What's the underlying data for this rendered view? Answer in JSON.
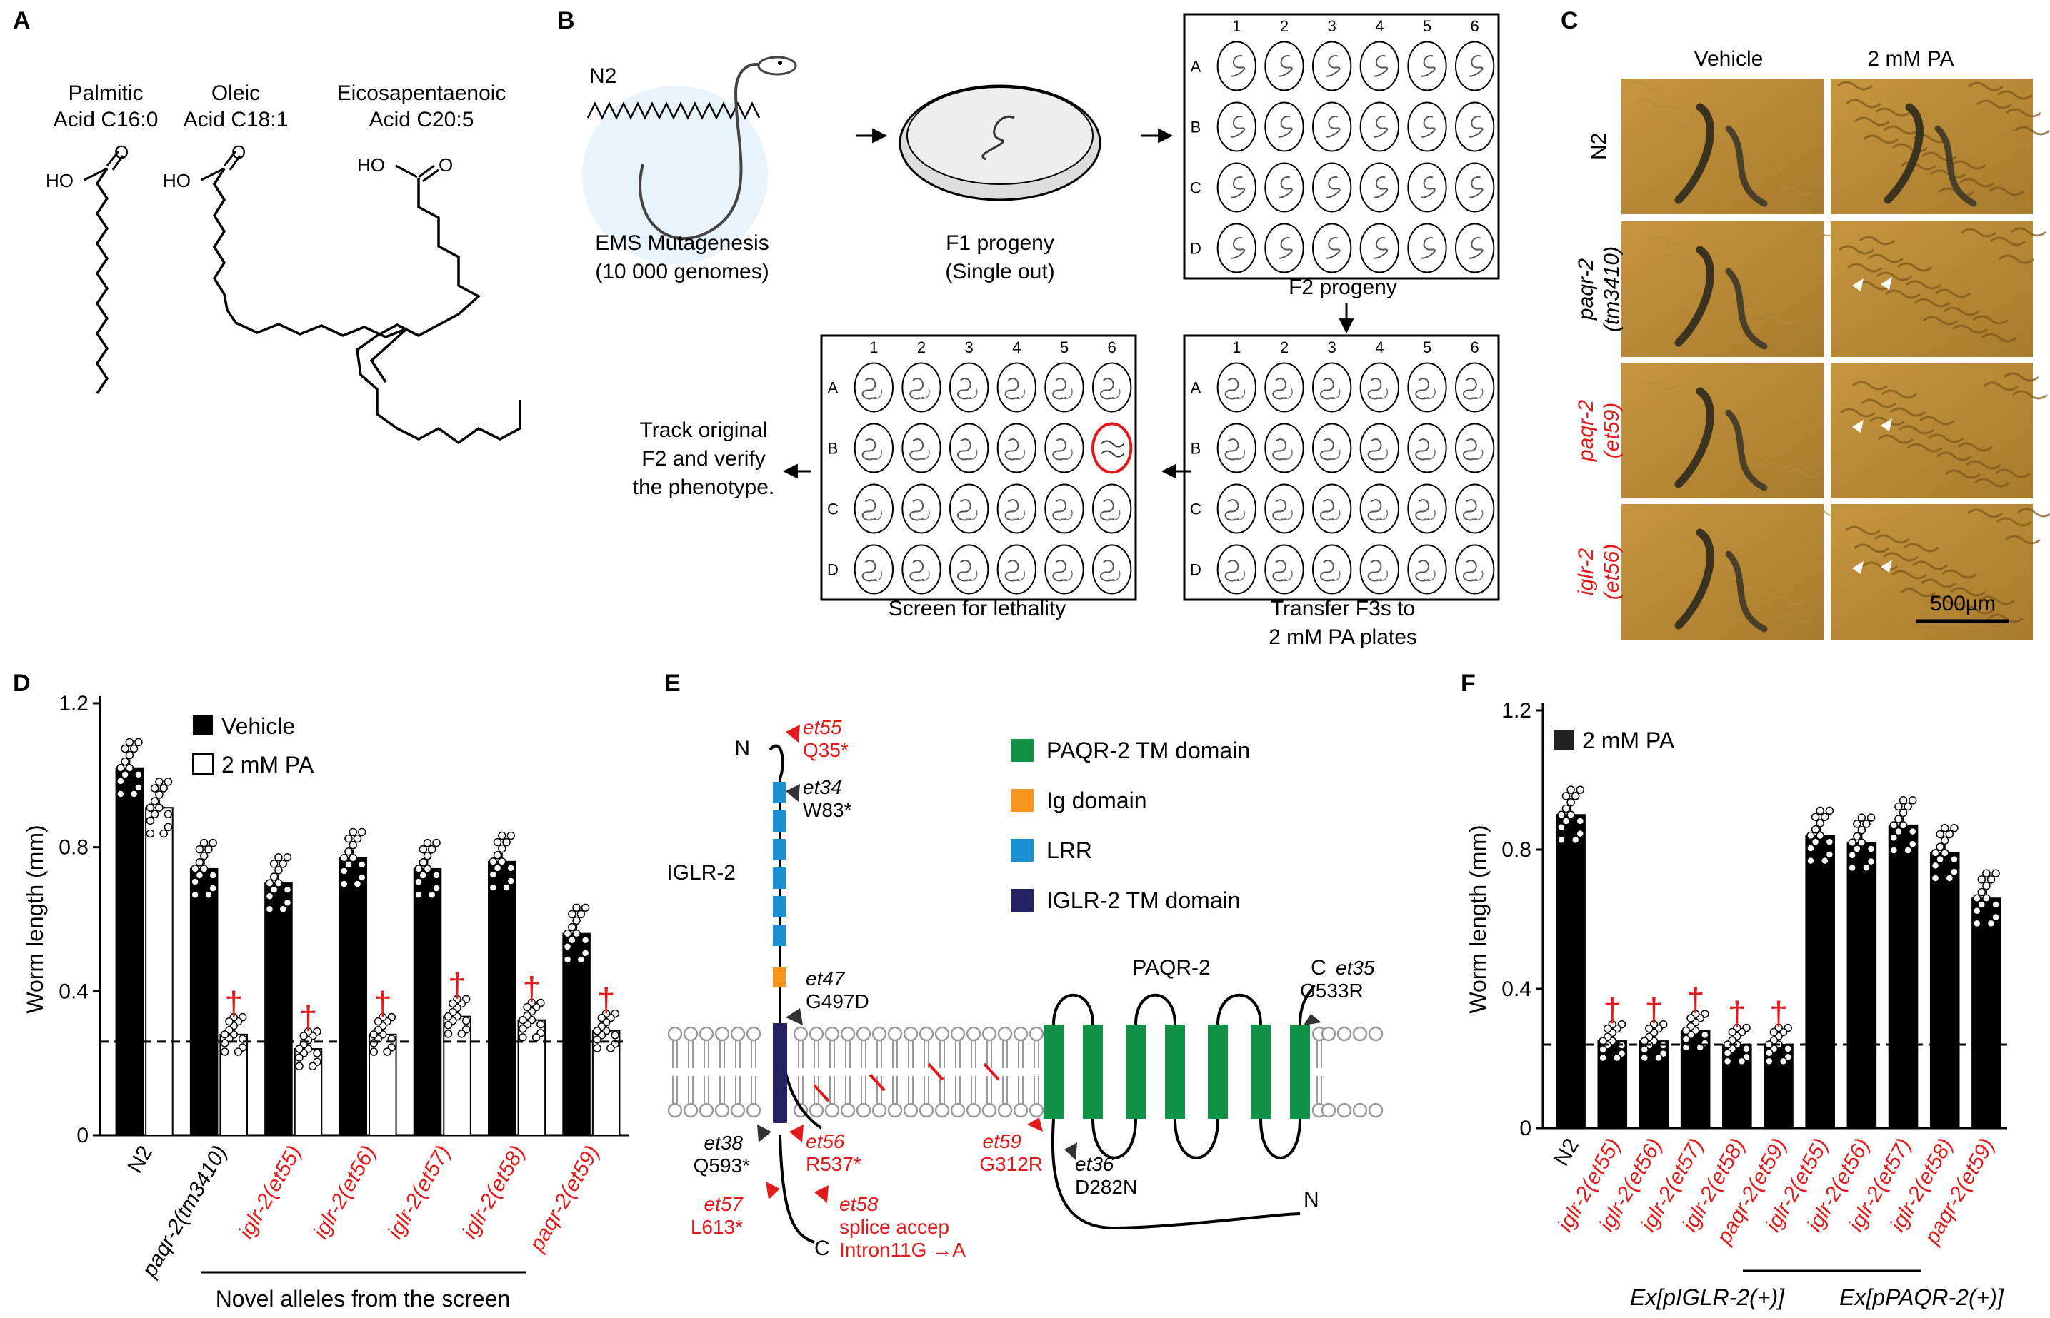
{
  "panels": {
    "A": "A",
    "B": "B",
    "C": "C",
    "D": "D",
    "E": "E",
    "F": "F"
  },
  "panel_a": {
    "palmitic": [
      "Palmitic",
      "Acid C16:0"
    ],
    "oleic": [
      "Oleic",
      "Acid C18:1"
    ],
    "epa": [
      "Eicosapentaenoic",
      "Acid C20:5"
    ],
    "ho": "HO",
    "o": "O"
  },
  "panel_b": {
    "n2": "N2",
    "ems": [
      "EMS Mutagenesis",
      "(10 000 genomes)"
    ],
    "f1": [
      "F1 progeny",
      "(Single out)"
    ],
    "f2": "F2 progeny",
    "transfer": [
      "Transfer F3s to",
      "2 mM PA plates"
    ],
    "screen": "Screen for lethality",
    "track": [
      "Track original",
      "F2  and verify",
      "the phenotype."
    ],
    "cols": [
      "1",
      "2",
      "3",
      "4",
      "5",
      "6"
    ],
    "rows": [
      "A",
      "B",
      "C",
      "D"
    ]
  },
  "panel_c": {
    "col_headers": [
      "Vehicle",
      "2 mM PA"
    ],
    "rows": [
      {
        "l1": "N2",
        "l2": "",
        "red": false,
        "italic": false
      },
      {
        "l1": "paqr-2",
        "l2": "(tm3410)",
        "red": false,
        "italic": true
      },
      {
        "l1": "paqr-2",
        "l2": "(et59)",
        "red": true,
        "italic": true
      },
      {
        "l1": "iglr-2",
        "l2": "(et56)",
        "red": true,
        "italic": true
      }
    ],
    "scale_bar": "500µm"
  },
  "chart_data": [
    {
      "panel": "D",
      "type": "bar",
      "ylabel": "Worm length (mm)",
      "ylim": [
        0,
        1.2
      ],
      "yticks": [
        "0",
        "0.4",
        "0.8",
        "1.2"
      ],
      "categories": [
        "N2",
        "paqr-2(tm3410)",
        "iglr-2(et55)",
        "iglr-2(et56)",
        "iglr-2(et57)",
        "iglr-2(et58)",
        "paqr-2(et59)"
      ],
      "category_red": [
        false,
        false,
        true,
        true,
        true,
        true,
        true
      ],
      "series": [
        {
          "name": "Vehicle",
          "color": "#000000",
          "values": [
            1.02,
            0.74,
            0.7,
            0.77,
            0.74,
            0.76,
            0.56
          ]
        },
        {
          "name": "2 mM PA",
          "color": "#ffffff",
          "values": [
            0.91,
            0.28,
            0.24,
            0.28,
            0.33,
            0.32,
            0.29
          ]
        }
      ],
      "dagger": "†",
      "dagger_on": [
        false,
        true,
        true,
        true,
        true,
        true,
        true
      ],
      "dashed_line": 0.26,
      "group_label": "Novel alleles from the screen"
    },
    {
      "panel": "F",
      "type": "bar",
      "ylabel": "Worm length (mm)",
      "ylim": [
        0,
        1.2
      ],
      "yticks": [
        "0",
        "0.4",
        "0.8",
        "1.2"
      ],
      "categories": [
        "N2",
        "iglr-2(et55)",
        "iglr-2(et56)",
        "iglr-2(et57)",
        "iglr-2(et58)",
        "paqr-2(et59)",
        "iglr-2(et55)",
        "iglr-2(et56)",
        "iglr-2(et57)",
        "iglr-2(et58)",
        "paqr-2(et59)"
      ],
      "category_red": [
        false,
        true,
        true,
        true,
        true,
        true,
        true,
        true,
        true,
        true,
        true
      ],
      "series": [
        {
          "name": "2 mM PA",
          "color": "#000000",
          "values": [
            0.9,
            0.25,
            0.25,
            0.28,
            0.24,
            0.24,
            0.84,
            0.82,
            0.87,
            0.79,
            0.66
          ]
        }
      ],
      "dagger": "†",
      "dagger_on": [
        false,
        true,
        true,
        true,
        true,
        true,
        false,
        false,
        false,
        false,
        false
      ],
      "dashed_line": 0.24,
      "group_labels": [
        "Ex[pIGLR-2(+)]",
        "Ex[pPAQR-2(+)]"
      ]
    }
  ],
  "panel_e": {
    "legend": [
      {
        "label": "PAQR-2 TM domain",
        "color": "#119146"
      },
      {
        "label": "Ig domain",
        "color": "#f7941d"
      },
      {
        "label": "LRR",
        "color": "#1c8fd1"
      },
      {
        "label": "IGLR-2 TM domain",
        "color": "#262262"
      }
    ],
    "iglr2": "IGLR-2",
    "paqr2": "PAQR-2",
    "n": "N",
    "c": "C",
    "mutations": {
      "et55": [
        "et55",
        "Q35*"
      ],
      "et34": [
        "et34",
        "W83*"
      ],
      "et47": [
        "et47",
        "G497D"
      ],
      "et38": [
        "et38",
        "Q593*"
      ],
      "et56": [
        "et56",
        "R537*"
      ],
      "et57": [
        "et57",
        "L613*"
      ],
      "et58": [
        "et58",
        "splice accep",
        "Intron11G →A"
      ],
      "et59": [
        "et59",
        "G312R"
      ],
      "et36": [
        "et36",
        "D282N"
      ],
      "et35": [
        "et35",
        "G533R"
      ]
    }
  }
}
